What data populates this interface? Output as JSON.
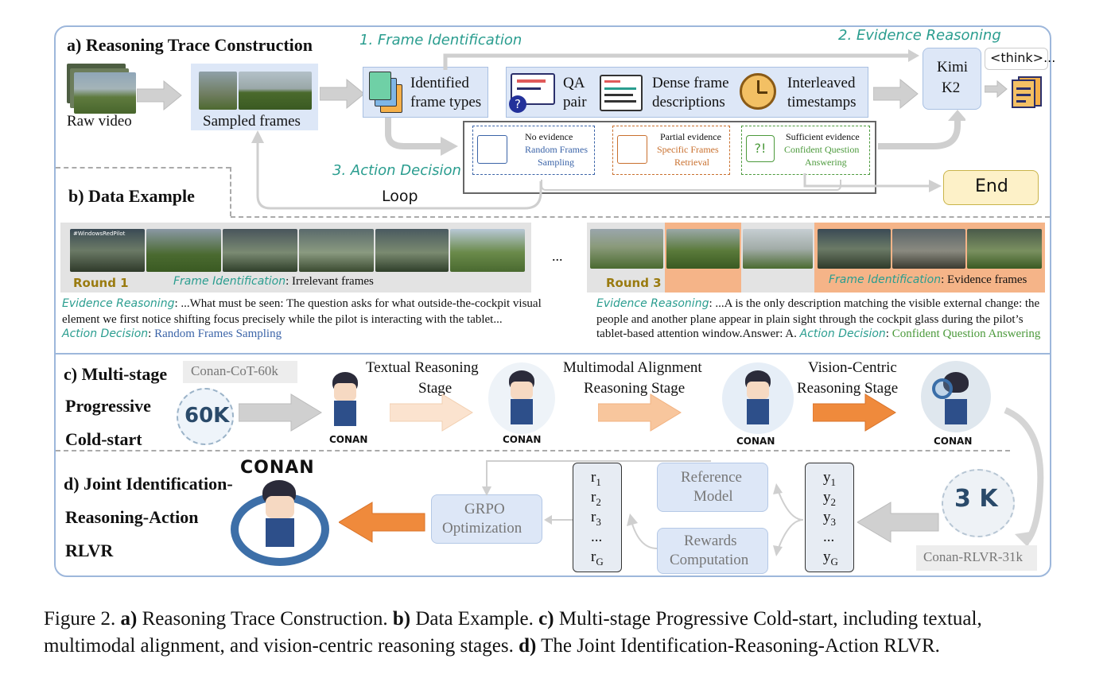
{
  "section_a": {
    "title": "a) Reasoning Trace Construction",
    "step1": "1. Frame Identification",
    "step2": "2. Evidence Reasoning",
    "step3": "3. Action Decision",
    "raw_video": "Raw video",
    "sampled_frames": "Sampled frames",
    "identified_1": "Identified",
    "identified_2": "frame types",
    "qa_1": "QA",
    "qa_2": "pair",
    "dense_1": "Dense frame",
    "dense_2": "descriptions",
    "inter_1": "Interleaved",
    "inter_2": "timestamps",
    "kimi_1": "Kimi",
    "kimi_2": "K2",
    "think": "<think>...",
    "end": "End",
    "loop": "Loop",
    "no_ev": "No evidence",
    "no_ev_a": "Random Frames",
    "no_ev_b": "Sampling",
    "partial_ev": "Partial evidence",
    "partial_a": "Specific Frames",
    "partial_b": "Retrieval",
    "suff_ev": "Sufficient evidence",
    "suff_a": "Confident Question",
    "suff_b": "Answering"
  },
  "section_b": {
    "title": "b) Data Example",
    "round1": "Round 1",
    "round3": "Round 3",
    "ellipsis": "...",
    "fi_label": "Frame Identification",
    "fi1_value": ": Irrelevant frames",
    "fi3_value": ": Evidence frames",
    "er_label": "Evidence Reasoning",
    "er1_l1": ": ...What must be seen: The question asks for what outside-the-cockpit visual",
    "er1_l2": "element we first notice shifting focus precisely while the pilot is interacting with the tablet...",
    "ad_label": "Action Decision",
    "ad1_value": "Random Frames Sampling",
    "er3_l1": ": ...A is the only description matching the visible external change: the",
    "er3_l2": "people and another plane appear in plain sight through the cockpit glass during the pilot’s",
    "er3_l3": "tablet-based attention window.Answer: A.",
    "ad3_value": "Confident Question Answering",
    "frame_watermark": "#WindowsRedPilot"
  },
  "section_c": {
    "title_1": "c) Multi-stage",
    "title_2": "Progressive",
    "title_3": "Cold-start",
    "dataset": "Conan-CoT-60k",
    "badge": "60K",
    "stage1_1": "Textual Reasoning",
    "stage1_2": "Stage",
    "stage2_1": "Multimodal Alignment",
    "stage2_2": "Reasoning Stage",
    "stage3_1": "Vision-Centric",
    "stage3_2": "Reasoning Stage",
    "conan": "CONAN"
  },
  "section_d": {
    "title_1": "d) Joint Identification-",
    "title_2": "Reasoning-Action",
    "title_3": "RLVR",
    "logo": "CONAN",
    "badge": "3 K",
    "dataset": "Conan-RLVR-31k",
    "ref_1": "Reference",
    "ref_2": "Model",
    "rew_1": "Rewards",
    "rew_2": "Computation",
    "grpo_1": "GRPO",
    "grpo_2": "Optimization",
    "r_items": [
      "r",
      "r",
      "r",
      "...",
      "r"
    ],
    "r_subs": [
      "1",
      "2",
      "3",
      "",
      "G"
    ],
    "y_items": [
      "y",
      "y",
      "y",
      "...",
      "y"
    ],
    "y_subs": [
      "1",
      "2",
      "3",
      "",
      "G"
    ]
  },
  "caption": {
    "a_b": "a)",
    "a_t": " Reasoning Trace Construction. ",
    "b_b": "b)",
    "b_t": " Data Example. ",
    "c_b": "c)",
    "c_t": " Multi-stage Progressive Cold-start, including textual, multimodal alignment, and vision-centric reasoning stages. ",
    "d_b": "d)",
    "d_t": " The Joint Identification-Reasoning-Action RLVR."
  },
  "colors": {
    "panel_border": "#9db7db",
    "teal": "#2a9d8f",
    "green": "#4c9a3c",
    "blue": "#3b64a8",
    "orange": "#e8893a",
    "light_blue_box": "#dde7f7",
    "end_box": "#fdf1c8"
  }
}
